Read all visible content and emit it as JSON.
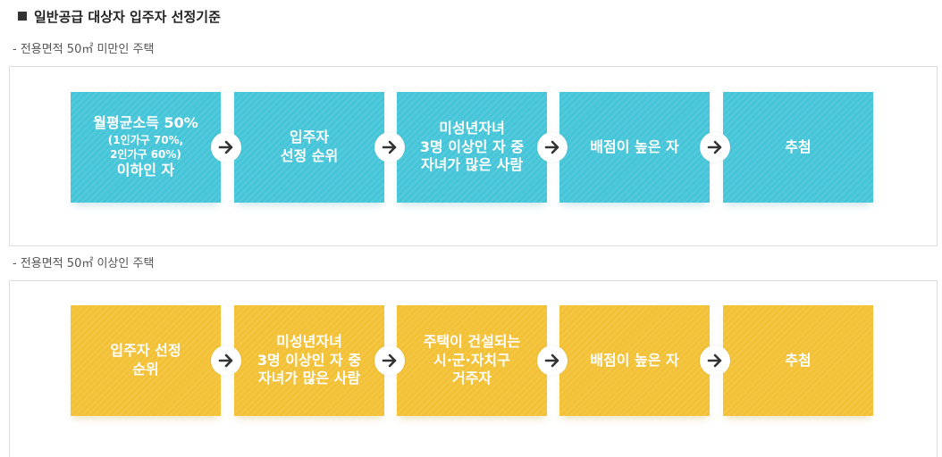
{
  "title": "일반공급 대상자 입주자 선정기준",
  "sections": [
    {
      "label": "- 전용면적 50㎡ 미만인 주택",
      "color": "#45c5d8",
      "steps": [
        {
          "lines": [
            "월평균소득 50%",
            "(1인가구 70%,",
            "2인가구 60%)",
            "이하인 자"
          ]
        },
        {
          "lines": [
            "입주자",
            "선정 순위"
          ]
        },
        {
          "lines": [
            "미성년자녀",
            "3명 이상인 자 중",
            "자녀가 많은 사람"
          ]
        },
        {
          "lines": [
            "배점이 높은 자"
          ]
        },
        {
          "lines": [
            "추첨"
          ]
        }
      ]
    },
    {
      "label": "- 전용면적 50㎡ 이상인 주택",
      "color": "#f3c136",
      "steps": [
        {
          "lines": [
            "입주자 선정",
            "순위"
          ]
        },
        {
          "lines": [
            "미성년자녀",
            "3명 이상인 자 중",
            "자녀가 많은 사람"
          ]
        },
        {
          "lines": [
            "주택이 건설되는",
            "시·군·자치구",
            "거주자"
          ]
        },
        {
          "lines": [
            "배점이 높은 자"
          ]
        },
        {
          "lines": [
            "추첨"
          ]
        }
      ]
    }
  ],
  "icons": {
    "arrow": "arrow-right-icon"
  }
}
